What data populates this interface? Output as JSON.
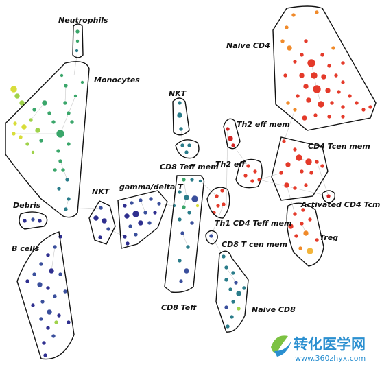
{
  "colors": {
    "purple": "#2f2f8f",
    "blue": "#3a4f9c",
    "teal": "#2a7c8a",
    "green": "#3aa66a",
    "lime": "#9fd24a",
    "yellow": "#d8dd3a",
    "orange": "#f08a2a",
    "red": "#e43a2a",
    "darkred": "#d22525",
    "gold": "#f2b43a"
  },
  "labels": {
    "neutrophils": "Neutrophils",
    "monocytes": "Monocytes",
    "debris": "Debris",
    "b_cells": "B cells",
    "nkt_left": "NKT",
    "gamma_delta": "gamma/delta T",
    "nkt_top": "NKT",
    "cd8_teff_mem": "CD8 Teff mem",
    "cd8_teff": "CD8 Teff",
    "th1": "Th1 CD4 Teff mem",
    "cd8_tcen": "CD8 T cen mem",
    "naive_cd8": "Naive CD8",
    "naive_cd4": "Naive CD4",
    "th2_eff_mem": "Th2 eff mem",
    "th2_eff": "Th2 eff",
    "cd4_tcen": "CD4 Tcen mem",
    "activated_cd4": "Activated CD4 Tcm",
    "treg": "Treg"
  },
  "watermark": {
    "logo_text": "转化医学网",
    "url": "www.360zhyx.com",
    "logo_icon": "leaf-swirl-icon"
  }
}
